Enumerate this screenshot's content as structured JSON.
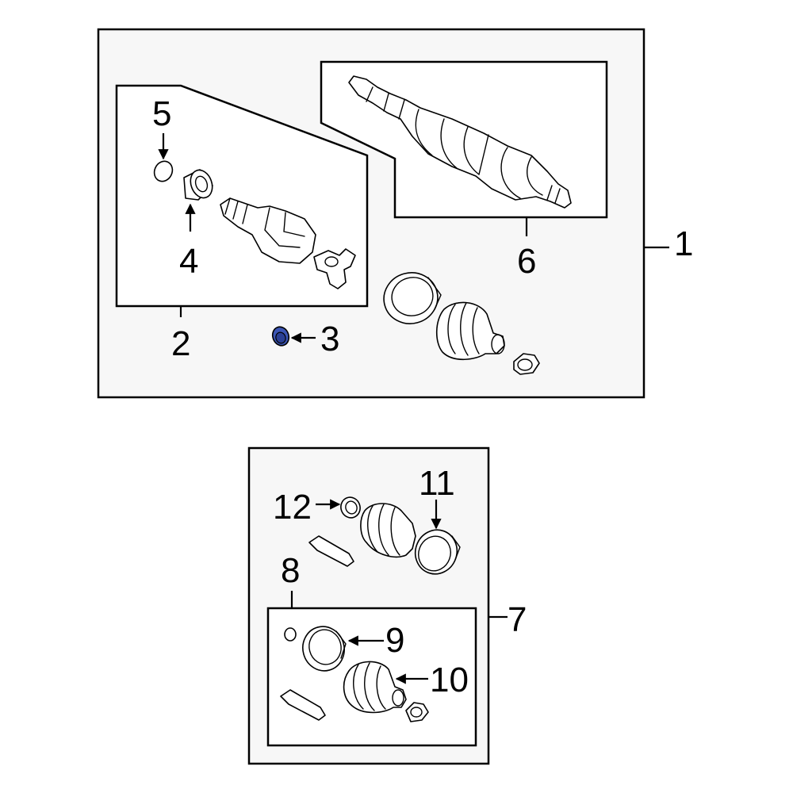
{
  "callouts": {
    "c1": "1",
    "c2": "2",
    "c3": "3",
    "c4": "4",
    "c5": "5",
    "c6": "6",
    "c7": "7",
    "c8": "8",
    "c9": "9",
    "c10": "10",
    "c11": "11",
    "c12": "12"
  },
  "highlight_color": "#3b55b4",
  "highlighted_part": "3"
}
